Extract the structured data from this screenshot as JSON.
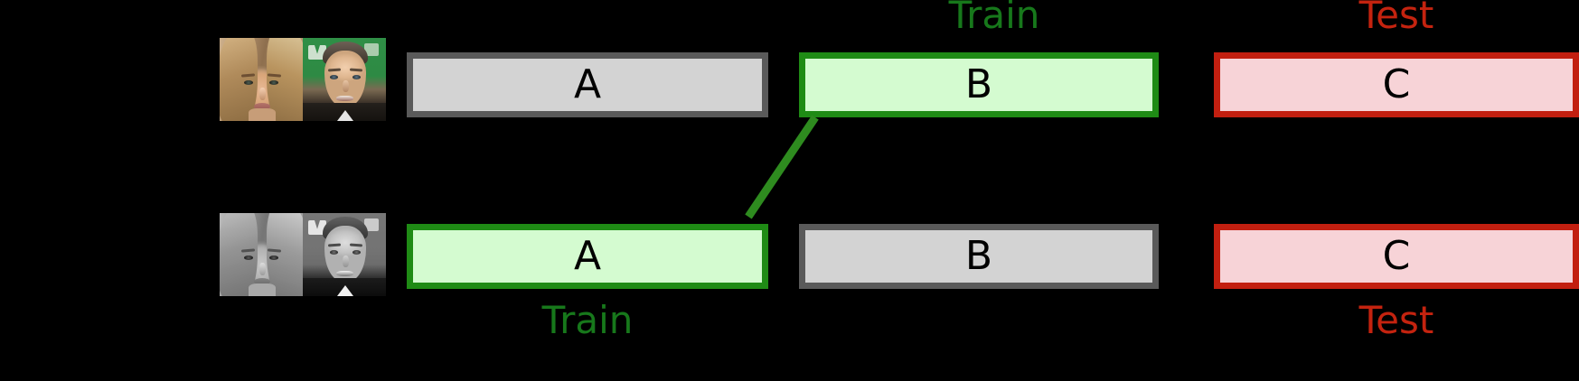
{
  "figure": {
    "background_color": "#000000",
    "train_color": "#17781b",
    "test_color": "#c4230f",
    "neutral_fill": "#d3d3d3",
    "neutral_border": "#5a5a5a",
    "train_fill": "#d4fbd0",
    "train_border": "#1f8b15",
    "test_fill": "#f7d3d7",
    "test_border": "#c21f10",
    "connector_color": "#2e8b1f"
  },
  "captions": {
    "top_train": "Train",
    "top_test": "Test",
    "bottom_train": "Train",
    "bottom_test": "Test"
  },
  "rows": [
    {
      "id": "top-row",
      "thumbnail_style": "color",
      "faces": [
        {
          "name": "face-woman-color",
          "alt": "portrait of a blonde woman"
        },
        {
          "name": "face-man-color",
          "alt": "portrait of a man on green background"
        }
      ],
      "boxes": [
        {
          "label": "A",
          "role": "neutral"
        },
        {
          "label": "B",
          "role": "train"
        },
        {
          "label": "C",
          "role": "test"
        }
      ]
    },
    {
      "id": "bottom-row",
      "thumbnail_style": "grayscale",
      "faces": [
        {
          "name": "face-woman-gray",
          "alt": "grayscale portrait of a blonde woman"
        },
        {
          "name": "face-man-gray",
          "alt": "grayscale portrait of a man"
        }
      ],
      "boxes": [
        {
          "label": "A",
          "role": "train"
        },
        {
          "label": "B",
          "role": "neutral"
        },
        {
          "label": "C",
          "role": "test"
        }
      ]
    }
  ],
  "connector": {
    "name": "train-link",
    "from": "top-row-box-B",
    "to": "bottom-row-box-A"
  }
}
